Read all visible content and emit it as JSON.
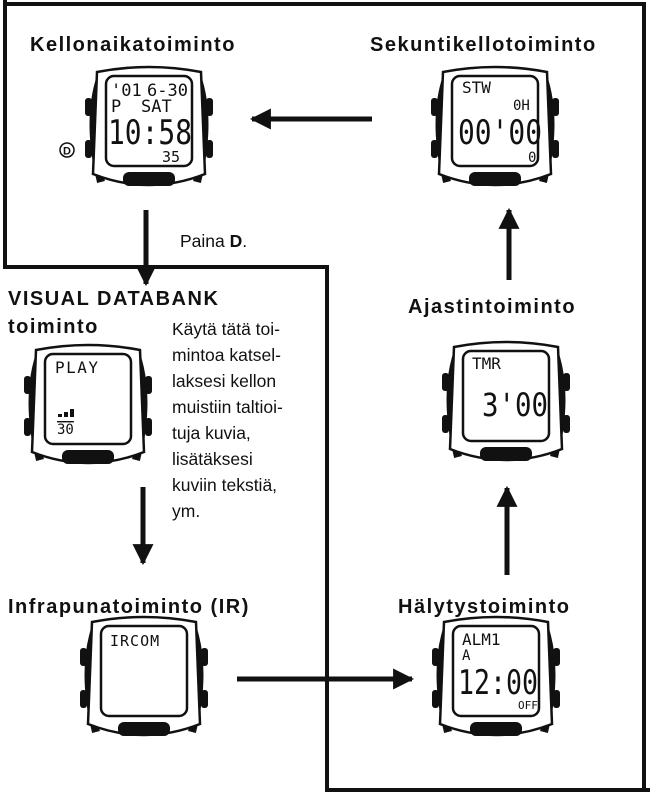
{
  "modes": {
    "timekeeping": {
      "title": "Kellonaikatoiminto",
      "lcd": {
        "year": "'01",
        "date": "6-30",
        "pm": "P",
        "day": "SAT",
        "time": "10:58",
        "seconds": "35"
      },
      "button_label": "D"
    },
    "stopwatch": {
      "title": "Sekuntikellotoiminto",
      "lcd": {
        "label": "STW",
        "hours": "0H",
        "time": "00'00",
        "lap": "0"
      }
    },
    "databank": {
      "title_line1": "VISUAL DATABANK",
      "title_line2": "toiminto",
      "lcd": {
        "label": "PLAY",
        "count": "30"
      },
      "description": [
        "Käytä tätä toi-",
        "mintoa katsel-",
        "laksesi kellon",
        "muistiin taltioi-",
        "tuja kuvia,",
        "lisätäksesi",
        "kuviin tekstiä,",
        "ym."
      ]
    },
    "timer": {
      "title": "Ajastintoiminto",
      "lcd": {
        "label": "TMR",
        "time": "3'00"
      }
    },
    "infrared": {
      "title": "Infrapunatoiminto (IR)",
      "lcd": {
        "label": "IRCOM"
      }
    },
    "alarm": {
      "title": "Hälytystoiminto",
      "lcd": {
        "label": "ALM1",
        "mode": "A",
        "time": "12:00",
        "status": "OFF"
      }
    }
  },
  "press_instruction": {
    "prefix": "Paina ",
    "button": "D",
    "suffix": "."
  },
  "colors": {
    "ink": "#111111",
    "background": "#ffffff"
  }
}
